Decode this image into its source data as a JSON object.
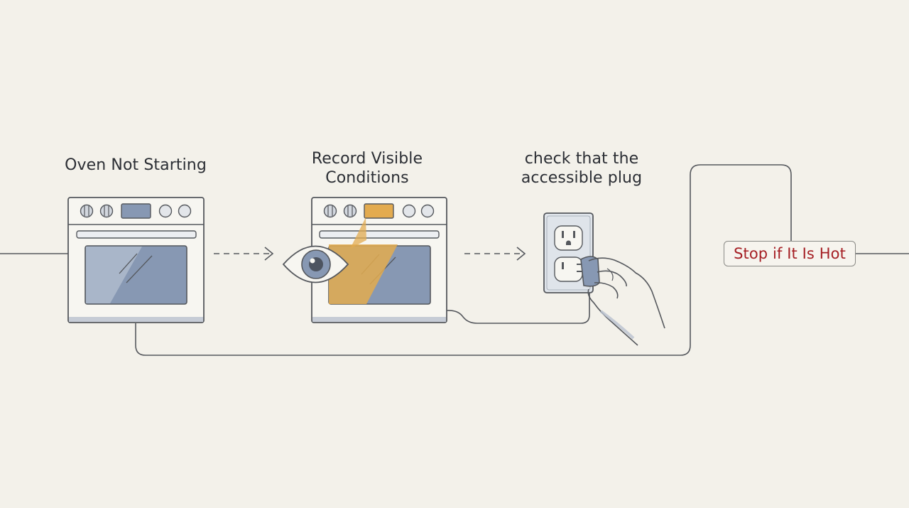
{
  "steps": [
    {
      "label_lines": [
        "Oven Not Starting"
      ]
    },
    {
      "label_lines": [
        "Record Visible",
        "Conditions"
      ]
    },
    {
      "label_lines": [
        "check that the",
        "accessible plug"
      ]
    }
  ],
  "end_box": {
    "text": "Stop if It Is Hot",
    "text_color": "#a51f24"
  },
  "colors": {
    "background": "#f3f1ea",
    "line": "#55585d",
    "oven_window": "#8798b3",
    "highlight": "#e3ab4f",
    "outlet": "#dfe4ea"
  },
  "icons": [
    "oven-icon",
    "oven-icon",
    "eye-icon",
    "wall-outlet-icon",
    "hand-plug-icon",
    "dashed-arrow-icon"
  ]
}
